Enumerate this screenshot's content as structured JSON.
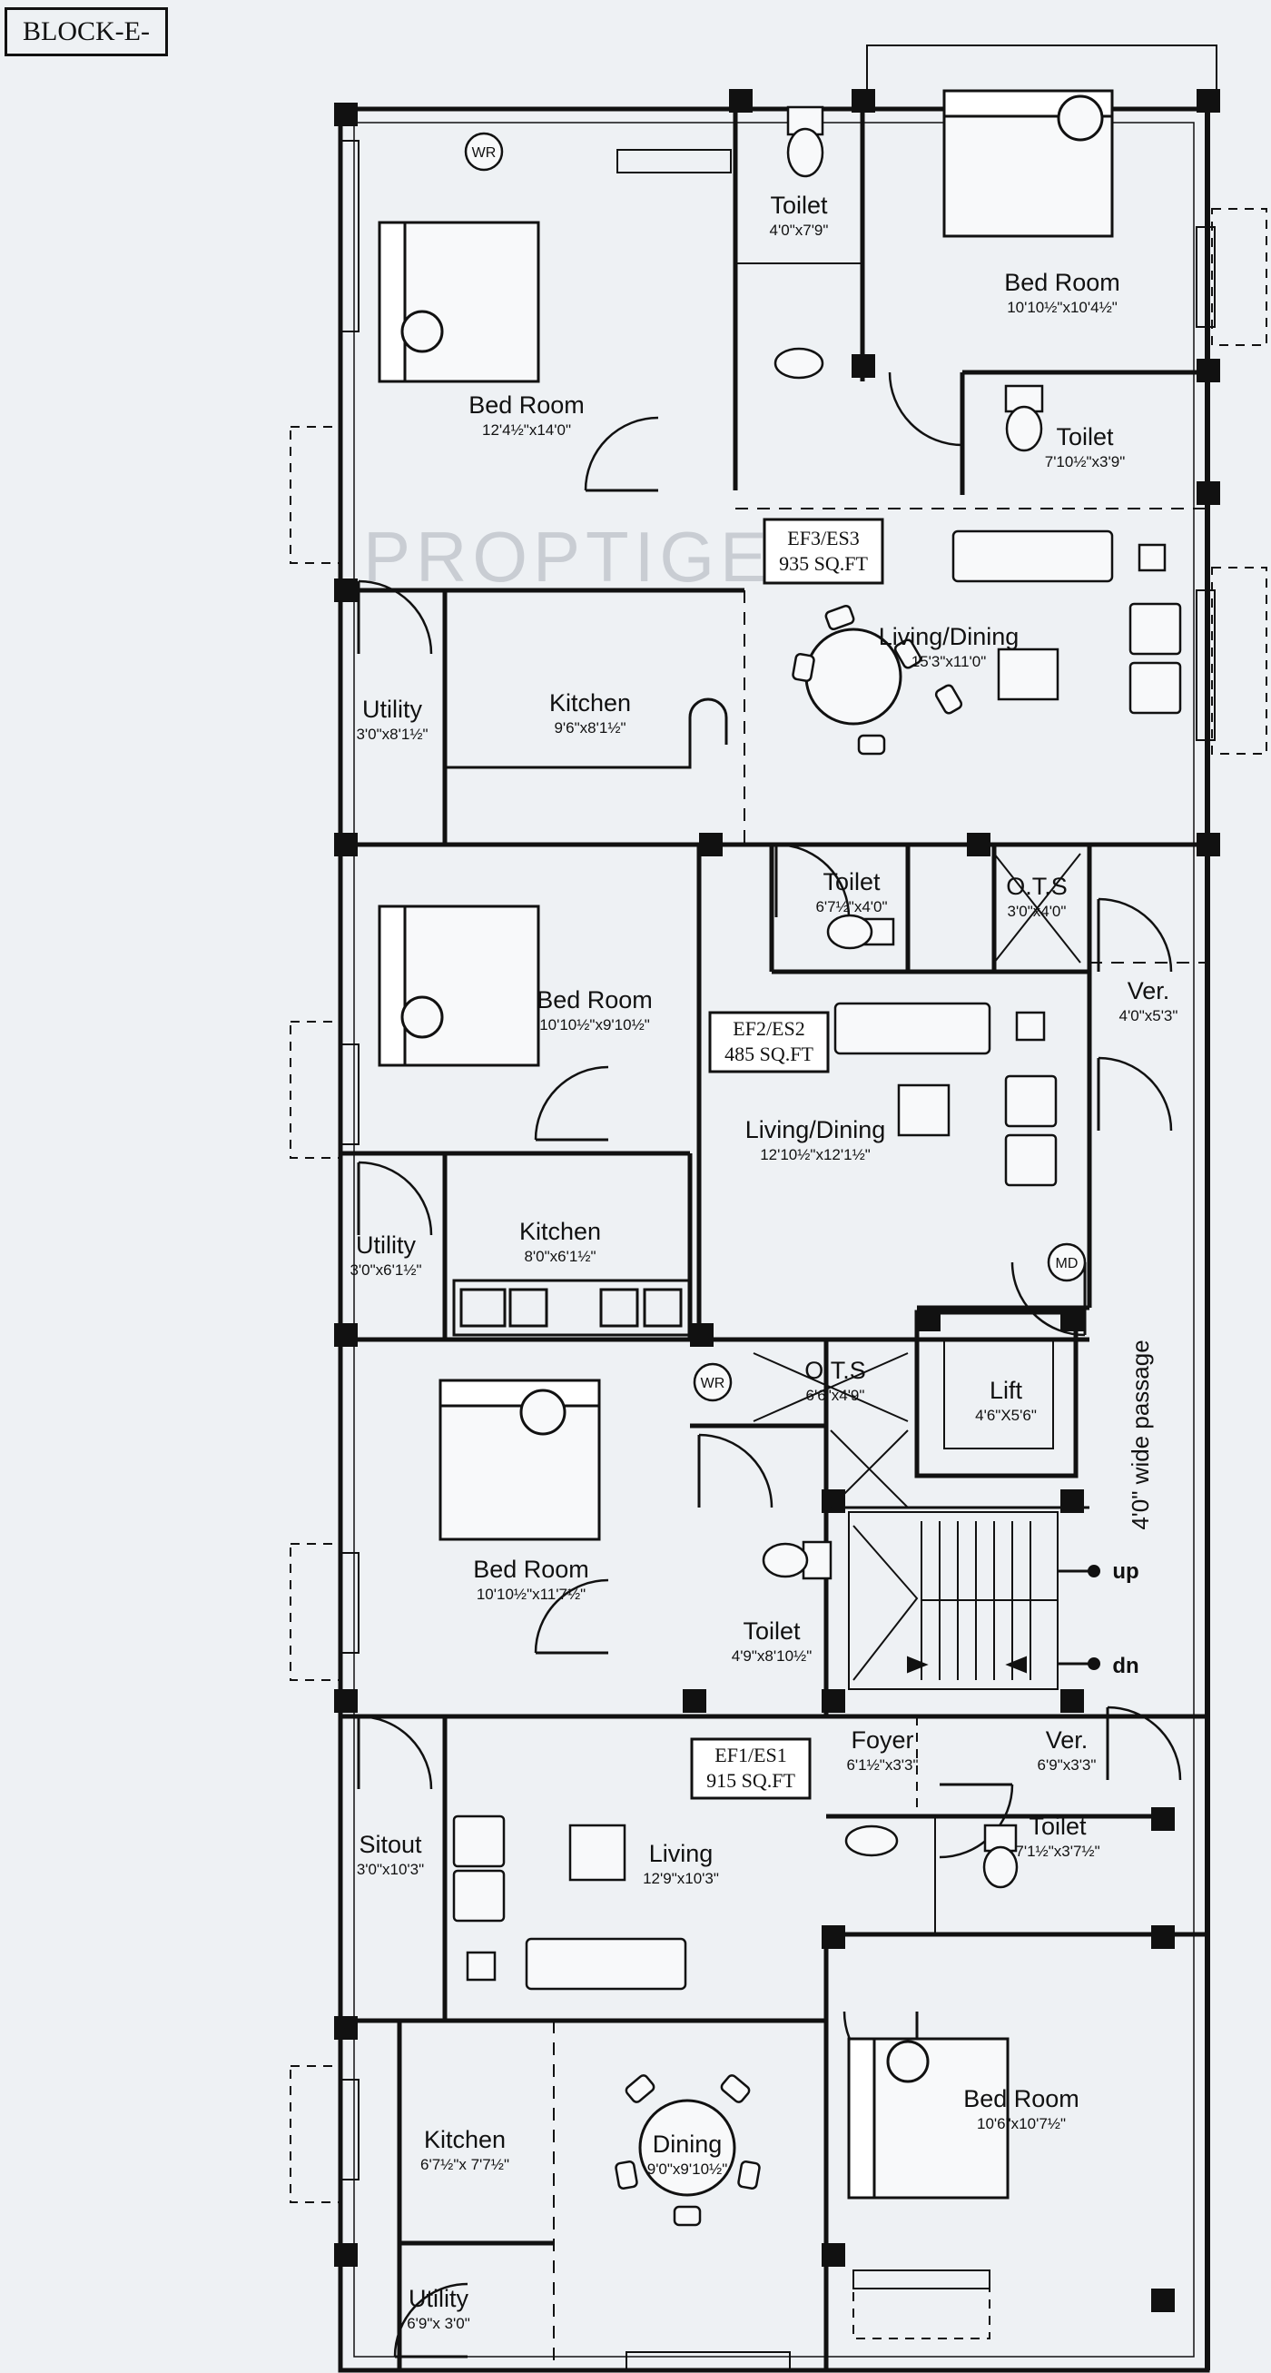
{
  "block_label": "BLOCK-E-",
  "watermark": "PROPTIGER",
  "units": [
    {
      "id": "ef3",
      "code": "EF3/ES3",
      "area": "935 SQ.FT"
    },
    {
      "id": "ef2",
      "code": "EF2/ES2",
      "area": "485 SQ.FT"
    },
    {
      "id": "ef1",
      "code": "EF1/ES1",
      "area": "915 SQ.FT"
    }
  ],
  "rooms": [
    {
      "id": "bed-ef3-left",
      "name": "Bed Room",
      "dims": "12'4½\"x14'0\""
    },
    {
      "id": "toilet-ef3-top",
      "name": "Toilet",
      "dims": "4'0\"x7'9\""
    },
    {
      "id": "bed-ef3-right",
      "name": "Bed Room",
      "dims": "10'10½\"x10'4½\""
    },
    {
      "id": "toilet-ef3-r",
      "name": "Toilet",
      "dims": "7'10½\"x3'9\""
    },
    {
      "id": "living-ef3",
      "name": "Living/Dining",
      "dims": "15'3\"x11'0\""
    },
    {
      "id": "utility-ef3",
      "name": "Utility",
      "dims": "3'0\"x8'1½\""
    },
    {
      "id": "kitchen-ef3",
      "name": "Kitchen",
      "dims": "9'6\"x8'1½\""
    },
    {
      "id": "toilet-ef2",
      "name": "Toilet",
      "dims": "6'7½\"x4'0\""
    },
    {
      "id": "ots-ef2",
      "name": "O.T.S",
      "dims": "3'0\"x4'0\""
    },
    {
      "id": "bed-ef2",
      "name": "Bed Room",
      "dims": "10'10½\"x9'10½\""
    },
    {
      "id": "ver-top",
      "name": "Ver.",
      "dims": "4'0\"x5'3\""
    },
    {
      "id": "living-ef2",
      "name": "Living/Dining",
      "dims": "12'10½\"x12'1½\""
    },
    {
      "id": "utility-ef2",
      "name": "Utility",
      "dims": "3'0\"x6'1½\""
    },
    {
      "id": "kitchen-ef2",
      "name": "Kitchen",
      "dims": "8'0\"x6'1½\""
    },
    {
      "id": "ots-mid",
      "name": "O.T.S",
      "dims": "6'6\"x4'9\""
    },
    {
      "id": "lift",
      "name": "Lift",
      "dims": "4'6\"X5'6\""
    },
    {
      "id": "bed-ef1-top",
      "name": "Bed Room",
      "dims": "10'10½\"x11'7½\""
    },
    {
      "id": "toilet-ef1",
      "name": "Toilet",
      "dims": "4'9\"x8'10½\""
    },
    {
      "id": "foyer",
      "name": "Foyer",
      "dims": "6'1½\"x3'3\""
    },
    {
      "id": "ver-bottom",
      "name": "Ver.",
      "dims": "6'9\"x3'3\""
    },
    {
      "id": "sitout",
      "name": "Sitout",
      "dims": "3'0\"x10'3\""
    },
    {
      "id": "living-ef1",
      "name": "Living",
      "dims": "12'9\"x10'3\""
    },
    {
      "id": "toilet-ef1-r",
      "name": "Toilet",
      "dims": "7'1½\"x3'7½\""
    },
    {
      "id": "bed-ef1-bot",
      "name": "Bed Room",
      "dims": "10'6\"x10'7½\""
    },
    {
      "id": "kitchen-ef1",
      "name": "Kitchen",
      "dims": "6'7½\"x 7'7½\""
    },
    {
      "id": "dining-ef1",
      "name": "Dining",
      "dims": "9'0\"x9'10½\""
    },
    {
      "id": "utility-ef1",
      "name": "Utility",
      "dims": "6'9\"x 3'0\""
    }
  ],
  "symbols": {
    "wr": "WR",
    "md": "MD"
  },
  "passage_label": "4'0\" wide passage",
  "stair_up": "up",
  "stair_down": "dn"
}
